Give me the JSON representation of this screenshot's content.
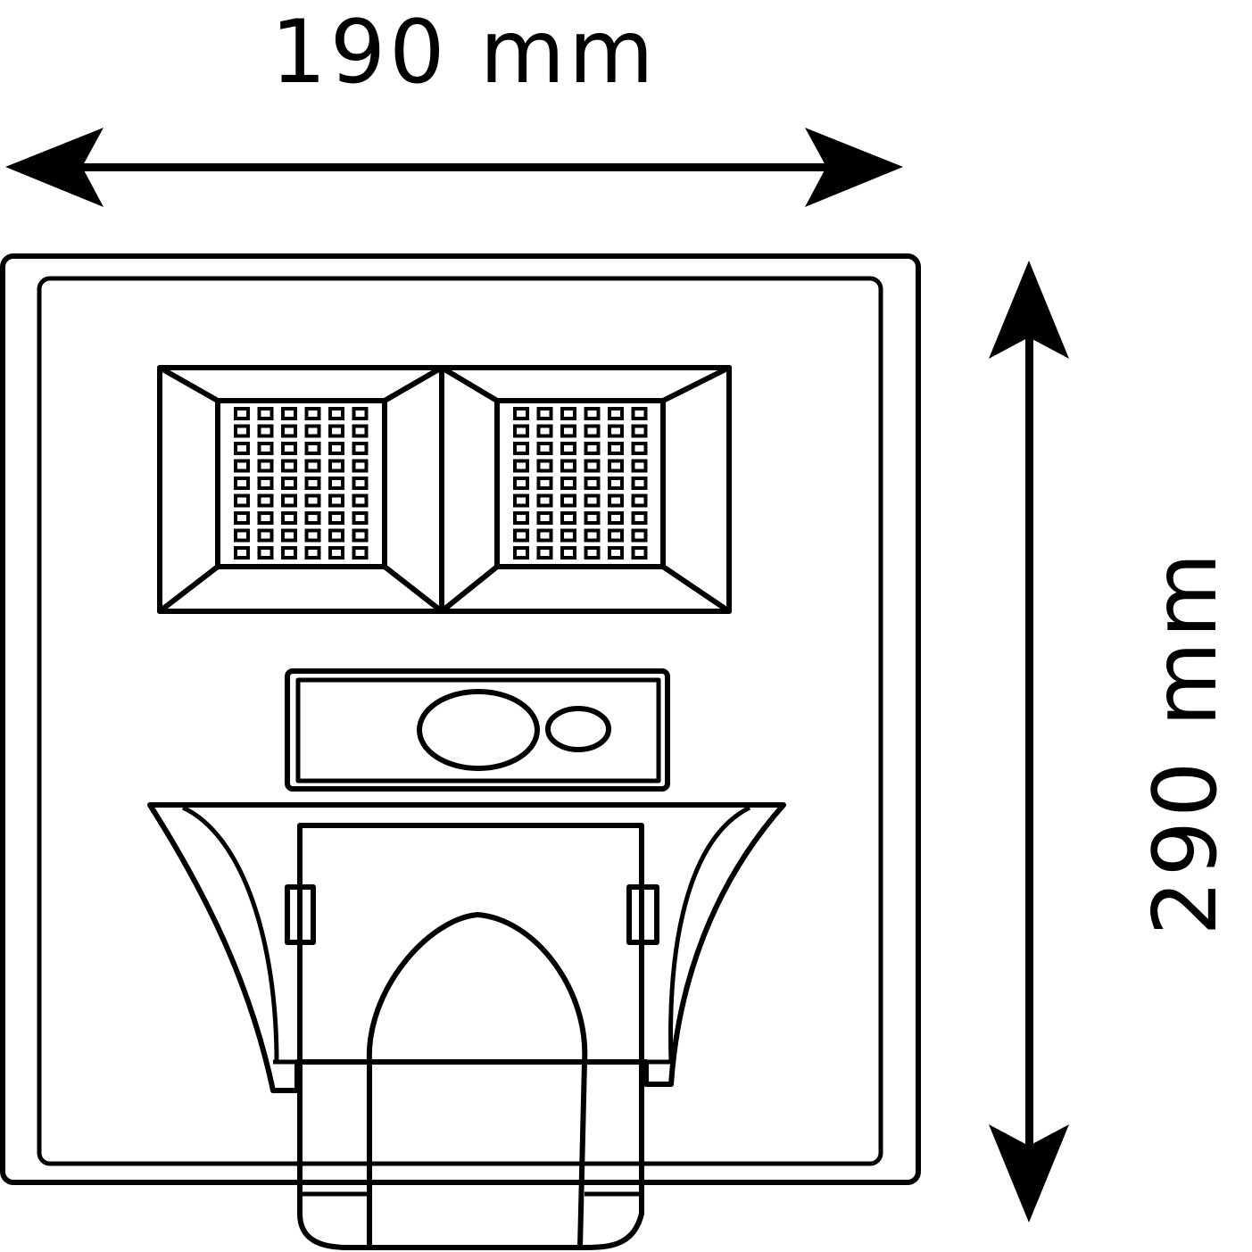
{
  "dimensions": {
    "width_label": "190 mm",
    "height_label": "290 mm"
  },
  "led_panels": {
    "rows": 9,
    "cols": 6
  },
  "colors": {
    "line": "#000000",
    "background": "#ffffff"
  }
}
